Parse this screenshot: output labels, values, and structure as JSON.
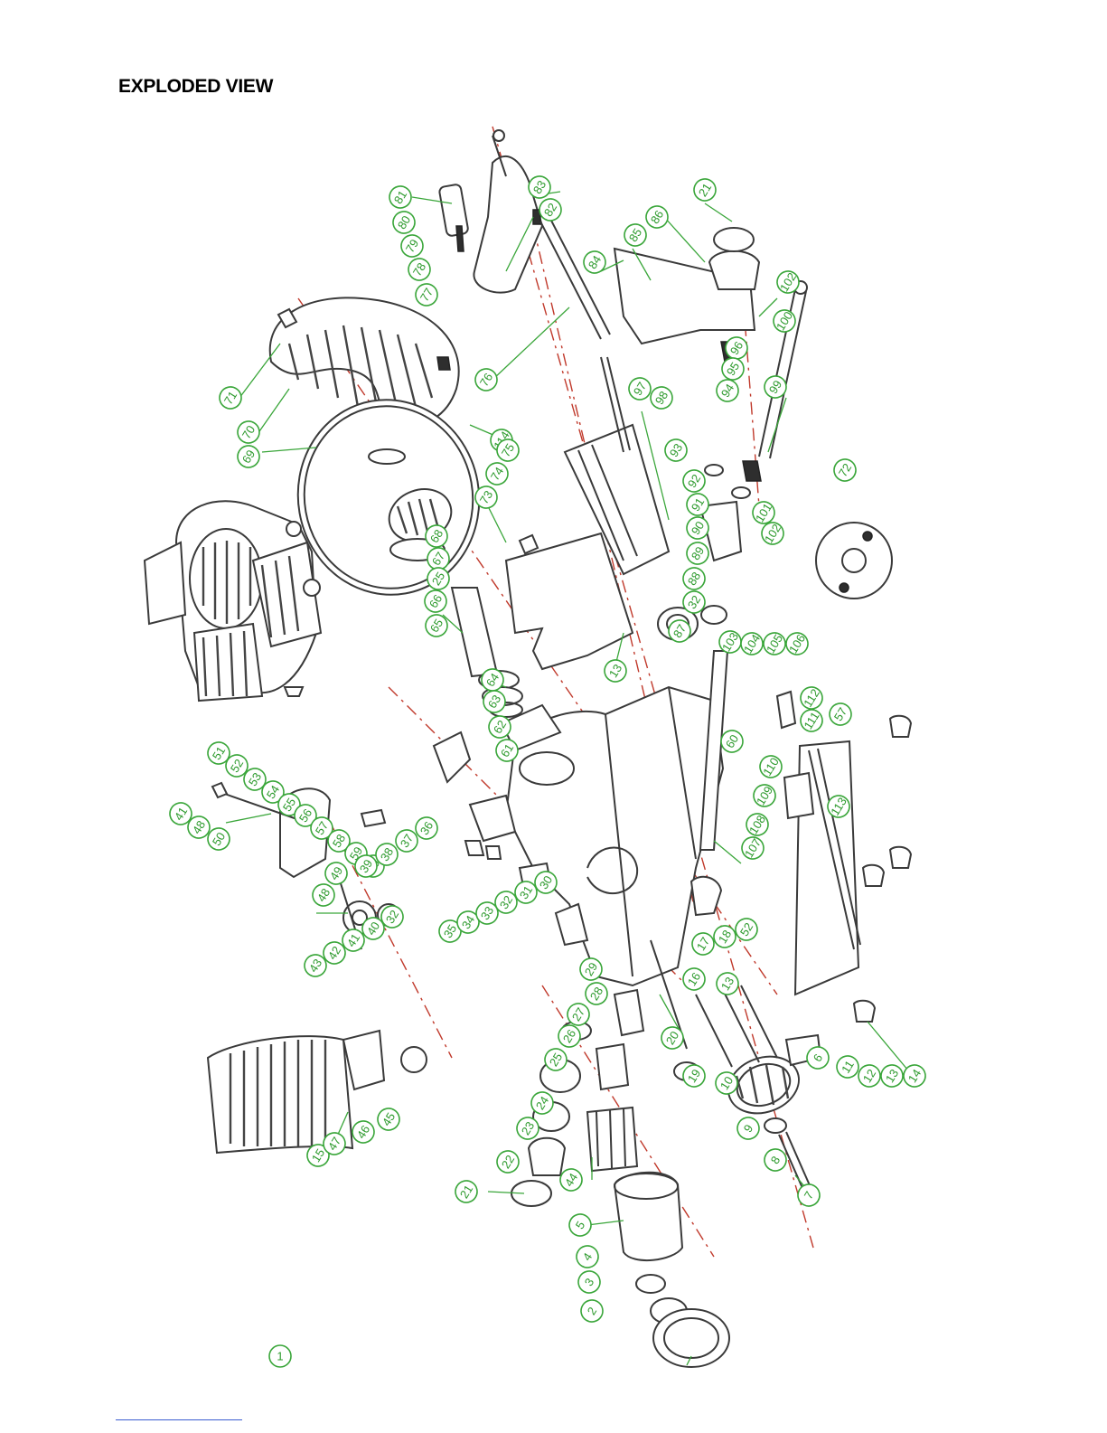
{
  "page": {
    "title": "EXPLODED VIEW"
  },
  "colors": {
    "callout": "#2d9a2d",
    "axis": "#c0392b",
    "linework": "#3a3a3a",
    "footer_rule": "#3a5bd0"
  },
  "callouts": [
    {
      "label": "81"
    },
    {
      "label": "80"
    },
    {
      "label": "79"
    },
    {
      "label": "78"
    },
    {
      "label": "77"
    },
    {
      "label": "83"
    },
    {
      "label": "82"
    },
    {
      "label": "84"
    },
    {
      "label": "85"
    },
    {
      "label": "86"
    },
    {
      "label": "21"
    },
    {
      "label": "102"
    },
    {
      "label": "100"
    },
    {
      "label": "99"
    },
    {
      "label": "71"
    },
    {
      "label": "70"
    },
    {
      "label": "69"
    },
    {
      "label": "114"
    },
    {
      "label": "76"
    },
    {
      "label": "97"
    },
    {
      "label": "98"
    },
    {
      "label": "96"
    },
    {
      "label": "95"
    },
    {
      "label": "94"
    },
    {
      "label": "93"
    },
    {
      "label": "72"
    },
    {
      "label": "92"
    },
    {
      "label": "91"
    },
    {
      "label": "90"
    },
    {
      "label": "89"
    },
    {
      "label": "88"
    },
    {
      "label": "32"
    },
    {
      "label": "87"
    },
    {
      "label": "101"
    },
    {
      "label": "102"
    },
    {
      "label": "73"
    },
    {
      "label": "74"
    },
    {
      "label": "75"
    },
    {
      "label": "68"
    },
    {
      "label": "67"
    },
    {
      "label": "25"
    },
    {
      "label": "66"
    },
    {
      "label": "65"
    },
    {
      "label": "13"
    },
    {
      "label": "64"
    },
    {
      "label": "63"
    },
    {
      "label": "62"
    },
    {
      "label": "61"
    },
    {
      "label": "103"
    },
    {
      "label": "104"
    },
    {
      "label": "105"
    },
    {
      "label": "106"
    },
    {
      "label": "112"
    },
    {
      "label": "111"
    },
    {
      "label": "57"
    },
    {
      "label": "60"
    },
    {
      "label": "110"
    },
    {
      "label": "109"
    },
    {
      "label": "108"
    },
    {
      "label": "107"
    },
    {
      "label": "113"
    },
    {
      "label": "51"
    },
    {
      "label": "52"
    },
    {
      "label": "53"
    },
    {
      "label": "54"
    },
    {
      "label": "55"
    },
    {
      "label": "56"
    },
    {
      "label": "57"
    },
    {
      "label": "58"
    },
    {
      "label": "59"
    },
    {
      "label": "60"
    },
    {
      "label": "41"
    },
    {
      "label": "48"
    },
    {
      "label": "50"
    },
    {
      "label": "39"
    },
    {
      "label": "38"
    },
    {
      "label": "37"
    },
    {
      "label": "36"
    },
    {
      "label": "35"
    },
    {
      "label": "34"
    },
    {
      "label": "33"
    },
    {
      "label": "32"
    },
    {
      "label": "31"
    },
    {
      "label": "30"
    },
    {
      "label": "49"
    },
    {
      "label": "48"
    },
    {
      "label": "43"
    },
    {
      "label": "42"
    },
    {
      "label": "41"
    },
    {
      "label": "40"
    },
    {
      "label": "32"
    },
    {
      "label": "17"
    },
    {
      "label": "18"
    },
    {
      "label": "52"
    },
    {
      "label": "16"
    },
    {
      "label": "13"
    },
    {
      "label": "29"
    },
    {
      "label": "28"
    },
    {
      "label": "27"
    },
    {
      "label": "26"
    },
    {
      "label": "25"
    },
    {
      "label": "24"
    },
    {
      "label": "23"
    },
    {
      "label": "22"
    },
    {
      "label": "21"
    },
    {
      "label": "20"
    },
    {
      "label": "19"
    },
    {
      "label": "10"
    },
    {
      "label": "9"
    },
    {
      "label": "8"
    },
    {
      "label": "7"
    },
    {
      "label": "6"
    },
    {
      "label": "11"
    },
    {
      "label": "12"
    },
    {
      "label": "13"
    },
    {
      "label": "14"
    },
    {
      "label": "15"
    },
    {
      "label": "47"
    },
    {
      "label": "46"
    },
    {
      "label": "45"
    },
    {
      "label": "44"
    },
    {
      "label": "5"
    },
    {
      "label": "4"
    },
    {
      "label": "3"
    },
    {
      "label": "2"
    },
    {
      "label": "1"
    }
  ]
}
